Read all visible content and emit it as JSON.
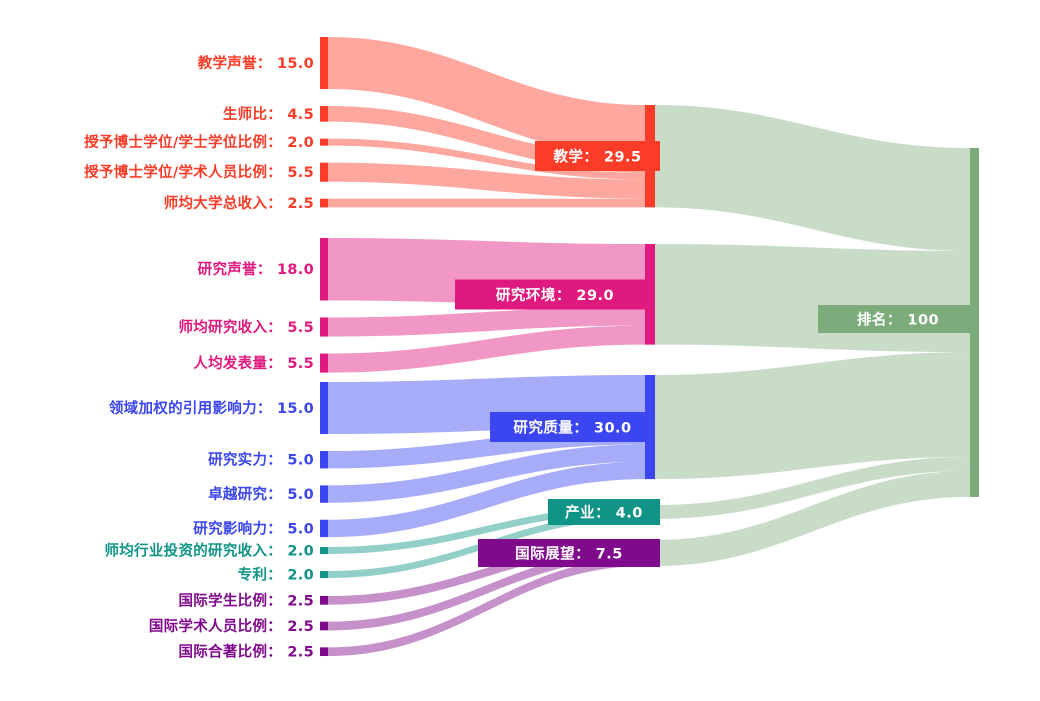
{
  "chart_data": {
    "type": "sankey",
    "title": "",
    "xlabel": "",
    "ylabel": "",
    "grid": false,
    "legend": "none",
    "total": 100,
    "nodes": [
      {
        "id": "teaching_reputation",
        "label": "教学声誉",
        "value": 15.0,
        "value_text": "15.0",
        "column": 0,
        "color": "#FA3C28"
      },
      {
        "id": "student_staff_ratio",
        "label": "生师比",
        "value": 4.5,
        "value_text": "4.5",
        "column": 0,
        "color": "#FA3C28"
      },
      {
        "id": "doctorate_bachelor_ratio",
        "label": "授予博士学位/学士学位比例",
        "value": 2.0,
        "value_text": "2.0",
        "column": 0,
        "color": "#FA3C28"
      },
      {
        "id": "doctorate_staff_ratio",
        "label": "授予博士学位/学术人员比例",
        "value": 5.5,
        "value_text": "5.5",
        "column": 0,
        "color": "#FA3C28"
      },
      {
        "id": "institutional_income",
        "label": "师均大学总收入",
        "value": 2.5,
        "value_text": "2.5",
        "column": 0,
        "color": "#FA3C28"
      },
      {
        "id": "research_reputation",
        "label": "研究声誉",
        "value": 18.0,
        "value_text": "18.0",
        "column": 0,
        "color": "#E0197E"
      },
      {
        "id": "research_income",
        "label": "师均研究收入",
        "value": 5.5,
        "value_text": "5.5",
        "column": 0,
        "color": "#E0197E"
      },
      {
        "id": "publications_per_staff",
        "label": "人均发表量",
        "value": 5.5,
        "value_text": "5.5",
        "column": 0,
        "color": "#E0197E"
      },
      {
        "id": "citation_impact",
        "label": "领域加权的引用影响力",
        "value": 15.0,
        "value_text": "15.0",
        "column": 0,
        "color": "#3B46F0"
      },
      {
        "id": "research_strength",
        "label": "研究实力",
        "value": 5.0,
        "value_text": "5.0",
        "column": 0,
        "color": "#3B46F0"
      },
      {
        "id": "research_excellence",
        "label": "卓越研究",
        "value": 5.0,
        "value_text": "5.0",
        "column": 0,
        "color": "#3B46F0"
      },
      {
        "id": "research_influence",
        "label": "研究影响力",
        "value": 5.0,
        "value_text": "5.0",
        "column": 0,
        "color": "#3B46F0"
      },
      {
        "id": "industry_income",
        "label": "师均行业投资的研究收入",
        "value": 2.0,
        "value_text": "2.0",
        "column": 0,
        "color": "#109487"
      },
      {
        "id": "patents",
        "label": "专利",
        "value": 2.0,
        "value_text": "2.0",
        "column": 0,
        "color": "#109487"
      },
      {
        "id": "intl_students",
        "label": "国际学生比例",
        "value": 2.5,
        "value_text": "2.5",
        "column": 0,
        "color": "#800A8C"
      },
      {
        "id": "intl_staff",
        "label": "国际学术人员比例",
        "value": 2.5,
        "value_text": "2.5",
        "column": 0,
        "color": "#800A8C"
      },
      {
        "id": "intl_coauthorship",
        "label": "国际合著比例",
        "value": 2.5,
        "value_text": "2.5",
        "column": 0,
        "color": "#800A8C"
      },
      {
        "id": "teaching",
        "label": "教学",
        "value": 29.5,
        "value_text": "29.5",
        "column": 1,
        "color": "#FA3C28"
      },
      {
        "id": "research_env",
        "label": "研究环境",
        "value": 29.0,
        "value_text": "29.0",
        "column": 1,
        "color": "#E0197E"
      },
      {
        "id": "research_quality",
        "label": "研究质量",
        "value": 30.0,
        "value_text": "30.0",
        "column": 1,
        "color": "#3B46F0"
      },
      {
        "id": "industry",
        "label": "产业",
        "value": 4.0,
        "value_text": "4.0",
        "column": 1,
        "color": "#109487"
      },
      {
        "id": "intl_outlook",
        "label": "国际展望",
        "value": 7.5,
        "value_text": "7.5",
        "column": 1,
        "color": "#800A8C"
      },
      {
        "id": "ranking",
        "label": "排名",
        "value": 100,
        "value_text": "100",
        "column": 2,
        "color": "#7CAC7C"
      }
    ],
    "links": [
      {
        "source": "teaching_reputation",
        "target": "teaching",
        "value": 15.0,
        "color": "#FA3C28"
      },
      {
        "source": "student_staff_ratio",
        "target": "teaching",
        "value": 4.5,
        "color": "#FA3C28"
      },
      {
        "source": "doctorate_bachelor_ratio",
        "target": "teaching",
        "value": 2.0,
        "color": "#FA3C28"
      },
      {
        "source": "doctorate_staff_ratio",
        "target": "teaching",
        "value": 5.5,
        "color": "#FA3C28"
      },
      {
        "source": "institutional_income",
        "target": "teaching",
        "value": 2.5,
        "color": "#FA3C28"
      },
      {
        "source": "research_reputation",
        "target": "research_env",
        "value": 18.0,
        "color": "#E0197E"
      },
      {
        "source": "research_income",
        "target": "research_env",
        "value": 5.5,
        "color": "#E0197E"
      },
      {
        "source": "publications_per_staff",
        "target": "research_env",
        "value": 5.5,
        "color": "#E0197E"
      },
      {
        "source": "citation_impact",
        "target": "research_quality",
        "value": 15.0,
        "color": "#3B46F0"
      },
      {
        "source": "research_strength",
        "target": "research_quality",
        "value": 5.0,
        "color": "#3B46F0"
      },
      {
        "source": "research_excellence",
        "target": "research_quality",
        "value": 5.0,
        "color": "#3B46F0"
      },
      {
        "source": "research_influence",
        "target": "research_quality",
        "value": 5.0,
        "color": "#3B46F0"
      },
      {
        "source": "industry_income",
        "target": "industry",
        "value": 2.0,
        "color": "#109487"
      },
      {
        "source": "patents",
        "target": "industry",
        "value": 2.0,
        "color": "#109487"
      },
      {
        "source": "intl_students",
        "target": "intl_outlook",
        "value": 2.5,
        "color": "#800A8C"
      },
      {
        "source": "intl_staff",
        "target": "intl_outlook",
        "value": 2.5,
        "color": "#800A8C"
      },
      {
        "source": "intl_coauthorship",
        "target": "intl_outlook",
        "value": 2.5,
        "color": "#800A8C"
      },
      {
        "source": "teaching",
        "target": "ranking",
        "value": 29.5,
        "color": "#7CAC7C"
      },
      {
        "source": "research_env",
        "target": "ranking",
        "value": 29.0,
        "color": "#7CAC7C"
      },
      {
        "source": "research_quality",
        "target": "ranking",
        "value": 30.0,
        "color": "#7CAC7C"
      },
      {
        "source": "industry",
        "target": "ranking",
        "value": 4.0,
        "color": "#7CAC7C"
      },
      {
        "source": "intl_outlook",
        "target": "ranking",
        "value": 7.5,
        "color": "#7CAC7C"
      }
    ],
    "label_separator": "： ",
    "colors": {
      "teaching": "#FA3C28",
      "research_env": "#E0197E",
      "research_quality": "#3B46F0",
      "industry": "#109487",
      "intl_outlook": "#800A8C",
      "ranking": "#7CAC7C",
      "background": "#FFFFFF"
    }
  }
}
